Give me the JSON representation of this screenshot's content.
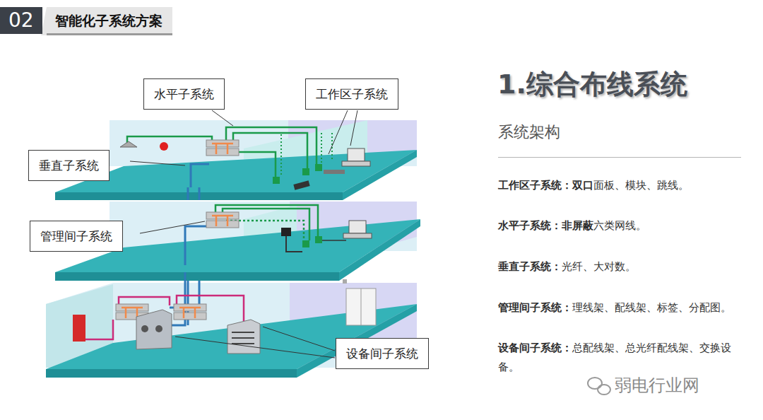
{
  "diagram": {
    "title": "1.综合布线系统",
    "nodes": [
      {
        "text": [
          "02"
        ]
      },
      {
        "text": [
          "水平子系统"
        ]
      },
      {
        "text": [
          "工作区子系统"
        ]
      },
      {
        "text": [
          "垂直子系统"
        ]
      },
      {
        "text": [
          "管理间子系统"
        ]
      },
      {
        "text": [
          "设备间子系统"
        ]
      }
    ],
    "labels": [
      "智能化子系统方案",
      "系统架构",
      "工作区子系统：",
      "双口",
      "面板、模块、跳线。",
      "水平子系统：",
      "非屏蔽",
      "六类网线。",
      "垂直子系统：",
      "光纤、大对数。",
      "管理间子系统：",
      "理线架、配线架、标签、分配图。",
      "设备间子系统：",
      "总配线架、总光纤配线架、交换设备。",
      "弱电行业网"
    ]
  }
}
